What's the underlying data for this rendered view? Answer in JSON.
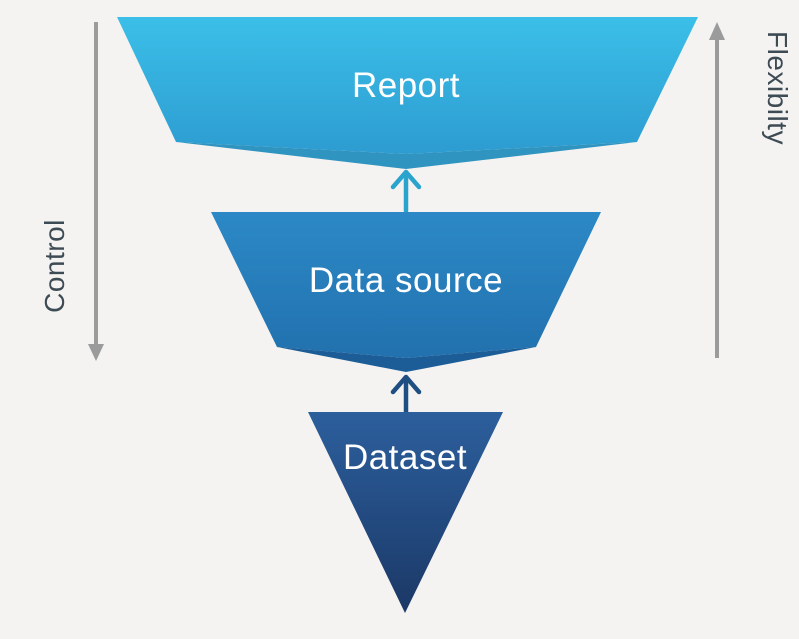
{
  "canvas": {
    "background": "#f4f3f1"
  },
  "funnel": {
    "label_color": "#ffffff",
    "layers": [
      {
        "label": "Report",
        "color_top": "#3bbfe8",
        "color_bottom": "#2d9cd1",
        "fold_color": "#3094c0"
      },
      {
        "label": "Data source",
        "color_top": "#2c89c6",
        "color_bottom": "#2171ae",
        "fold_color": "#1d5d97"
      },
      {
        "label": "Dataset",
        "color_top": "#2c5f9d",
        "color_bottom": "#1b3866"
      }
    ]
  },
  "flow_arrows": [
    {
      "name": "datasource-to-report",
      "color": "#2ba4cd"
    },
    {
      "name": "dataset-to-datasource",
      "color": "#1f4e82"
    }
  ],
  "axes": {
    "arrow_color": "#9b9b9b",
    "label_color": "#3d4b54",
    "left": {
      "label": "Control",
      "direction": "down"
    },
    "right": {
      "label": "Flexibilty",
      "direction": "up"
    }
  }
}
